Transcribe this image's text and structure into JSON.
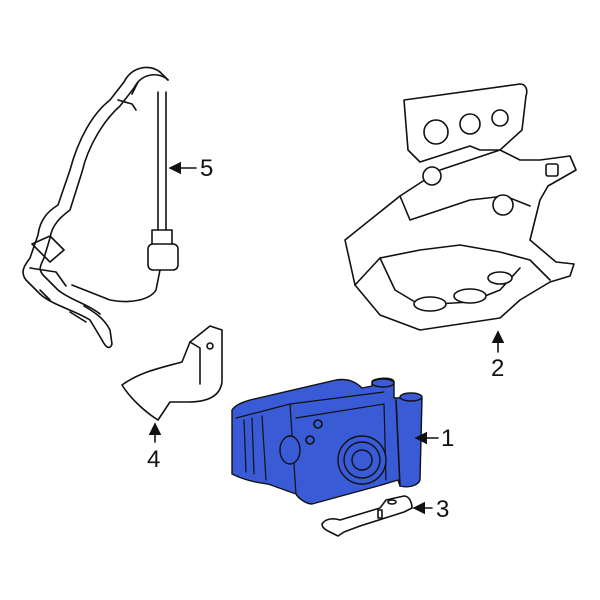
{
  "diagram": {
    "accent_color": "#3a5bd6",
    "callouts": [
      {
        "number": "1",
        "part": "highlighted-module"
      },
      {
        "number": "2",
        "part": "bracket"
      },
      {
        "number": "3",
        "part": "small-bracket"
      },
      {
        "number": "4",
        "part": "shield"
      },
      {
        "number": "5",
        "part": "tube"
      }
    ]
  }
}
